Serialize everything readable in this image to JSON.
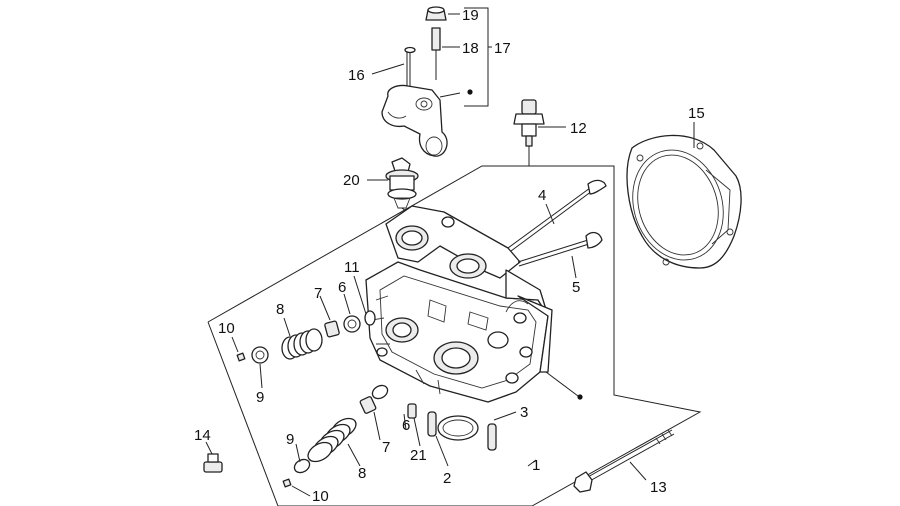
{
  "diagram": {
    "labels": {
      "l1": "1",
      "l2": "2",
      "l3": "3",
      "l4": "4",
      "l5": "5",
      "l6a": "6",
      "l6b": "6",
      "l7a": "7",
      "l7b": "7",
      "l8a": "8",
      "l8b": "8",
      "l9a": "9",
      "l9b": "9",
      "l10a": "10",
      "l10b": "10",
      "l11": "11",
      "l12": "12",
      "l13": "13",
      "l14": "14",
      "l15": "15",
      "l16": "16",
      "l17": "17",
      "l18": "18",
      "l19": "19",
      "l20": "20",
      "l21": "21"
    }
  }
}
